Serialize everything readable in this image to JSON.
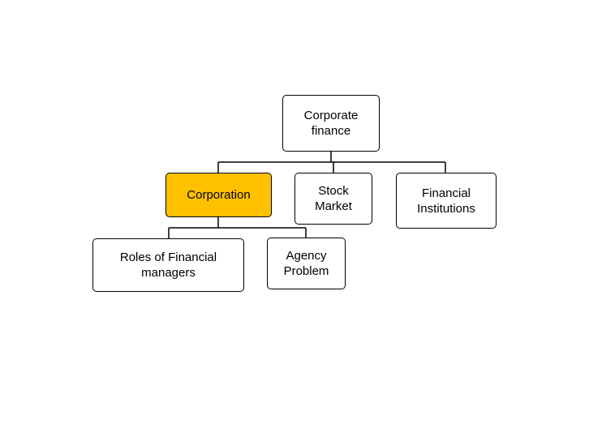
{
  "diagram": {
    "root": {
      "label": "Corporate\nfinance"
    },
    "children": [
      {
        "label": "Corporation",
        "highlighted": true
      },
      {
        "label": "Stock\nMarket",
        "highlighted": false
      },
      {
        "label": "Financial\nInstitutions",
        "highlighted": false
      }
    ],
    "grandchildren": [
      {
        "label": "Roles of Financial\nmanagers"
      },
      {
        "label": "Agency\nProblem"
      }
    ]
  },
  "colors": {
    "highlight": "#ffc000",
    "border": "#000000",
    "background": "#ffffff"
  }
}
